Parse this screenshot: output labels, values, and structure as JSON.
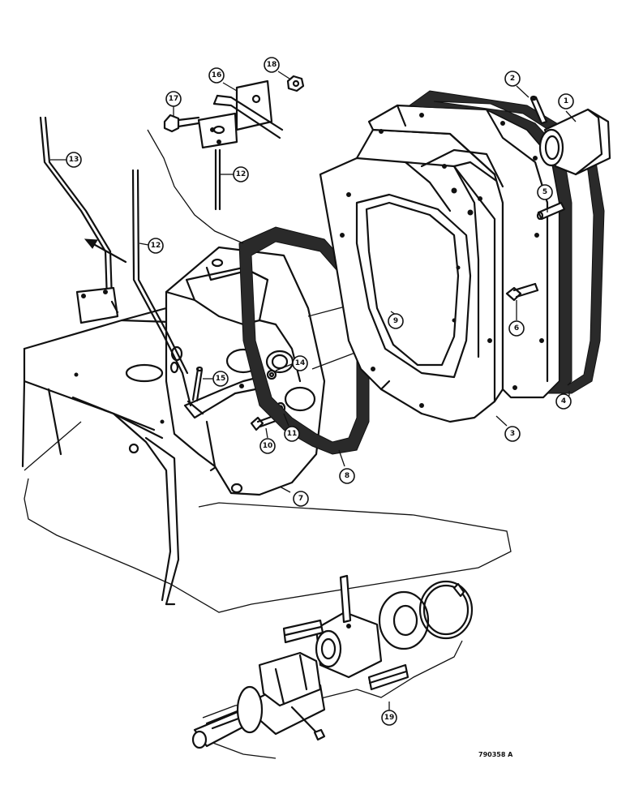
{
  "callouts": [
    {
      "n": "1"
    },
    {
      "n": "2"
    },
    {
      "n": "3"
    },
    {
      "n": "4"
    },
    {
      "n": "5"
    },
    {
      "n": "6"
    },
    {
      "n": "7"
    },
    {
      "n": "8"
    },
    {
      "n": "9"
    },
    {
      "n": "10"
    },
    {
      "n": "11"
    },
    {
      "n": "12"
    },
    {
      "n": "12"
    },
    {
      "n": "13"
    },
    {
      "n": "14"
    },
    {
      "n": "15"
    },
    {
      "n": "16"
    },
    {
      "n": "17"
    },
    {
      "n": "18"
    },
    {
      "n": "19"
    }
  ],
  "drawing_code": "790358 A"
}
